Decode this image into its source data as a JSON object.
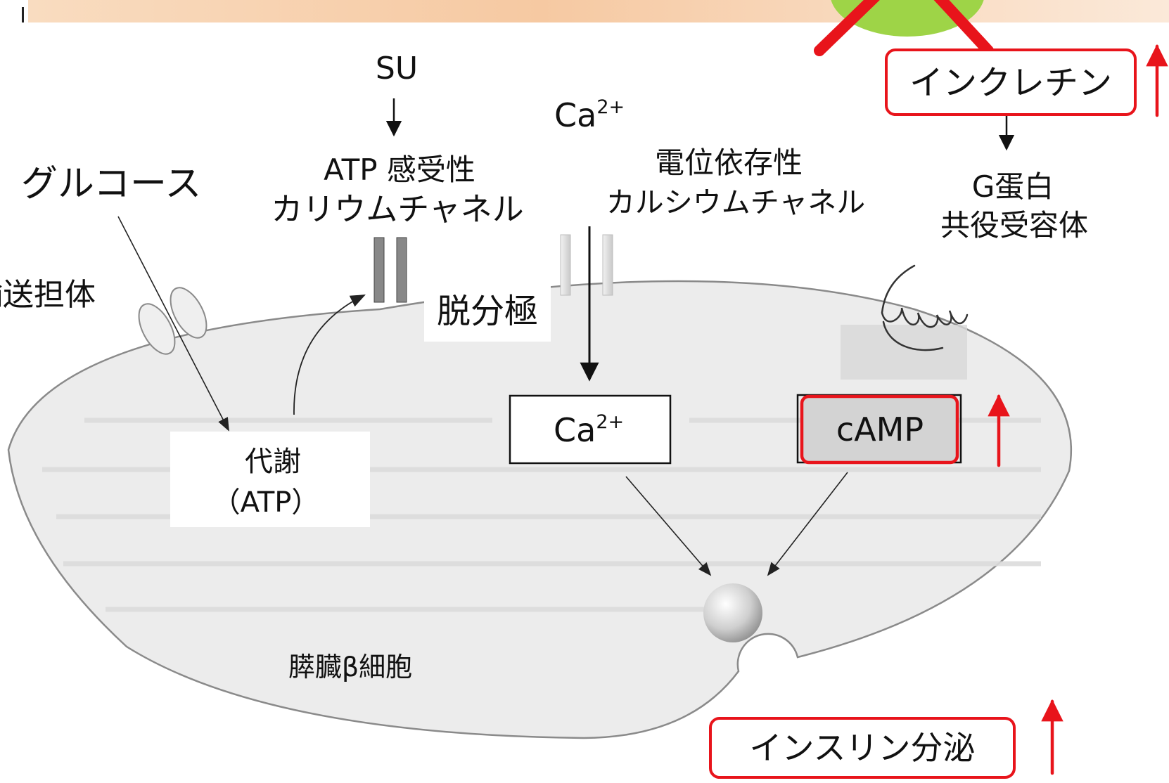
{
  "labels": {
    "su": "SU",
    "ca_outside_base": "Ca",
    "ca_outside_sup": "2+",
    "atp_channel_line1": "ATP 感受性",
    "atp_channel_line2": "カリウムチャネル",
    "ca_channel_line1": "電位依存性",
    "ca_channel_line2": "カルシウムチャネル",
    "glucose": "グルコース",
    "transporter": "輸送担体",
    "depolarization": "脱分極",
    "metabolism_line1": "代謝",
    "metabolism_line2": "（ATP）",
    "ca_inside_base": "Ca",
    "ca_inside_sup": "2+",
    "camp": "cAMP",
    "cell_name": "膵臓β細胞",
    "incretin": "インクレチン",
    "gpcr_line1": "G蛋白",
    "gpcr_line2": "共役受容体",
    "insulin_secretion": "インスリン分泌"
  },
  "colors": {
    "cell_fill": "#ececec",
    "cell_stroke": "#8a8a8a",
    "highlight_red": "#e8141b",
    "camp_fill": "#d3d3d3",
    "bar_gradient_start": "#f5c9a0",
    "bar_gradient_end": "#fbe9d9",
    "ligand_green": "#9ed447"
  },
  "icons": [
    "increase-arrow-icon",
    "red-x-icon",
    "secretory-granule-icon"
  ]
}
